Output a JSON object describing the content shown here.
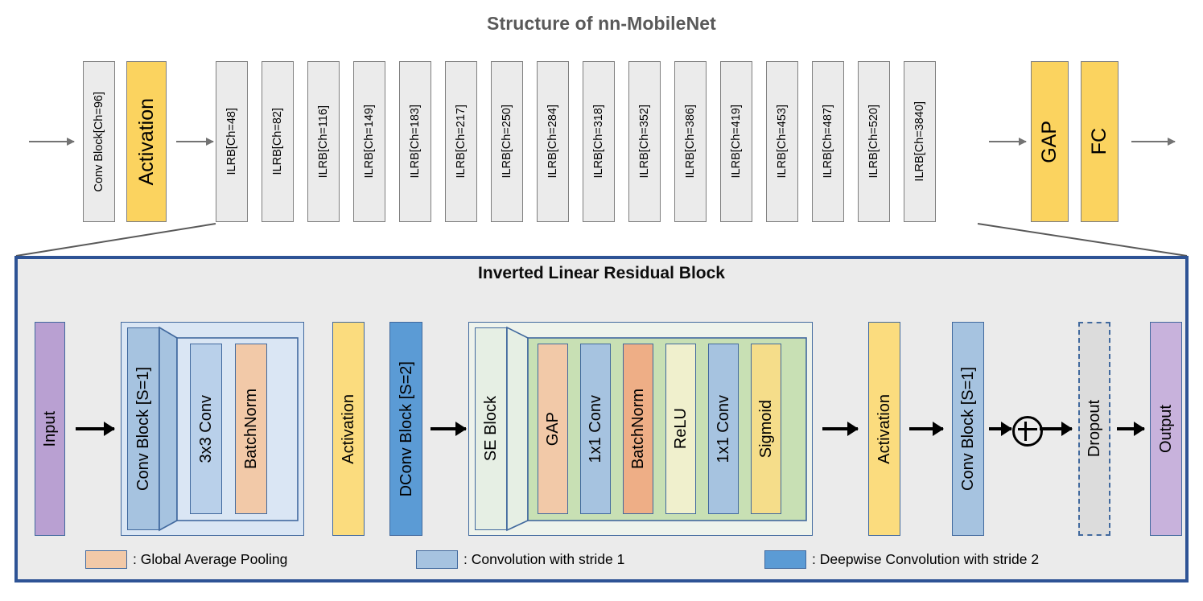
{
  "title": "Structure of nn-MobileNet",
  "pipeline": {
    "blocks": [
      {
        "label": "Conv Block[Ch=96]",
        "style": "gray",
        "size": "small"
      },
      {
        "label": "Activation",
        "style": "yellow",
        "size": "big"
      },
      {
        "label": "ILRB[Ch=48]",
        "style": "gray",
        "size": "small"
      },
      {
        "label": "ILRB[Ch=82]",
        "style": "gray",
        "size": "small"
      },
      {
        "label": "ILRB[Ch=116]",
        "style": "gray",
        "size": "small"
      },
      {
        "label": "ILRB[Ch=149]",
        "style": "gray",
        "size": "small"
      },
      {
        "label": "ILRB[Ch=183]",
        "style": "gray",
        "size": "small"
      },
      {
        "label": "ILRB[Ch=217]",
        "style": "gray",
        "size": "small"
      },
      {
        "label": "ILRB[Ch=250]",
        "style": "gray",
        "size": "small"
      },
      {
        "label": "ILRB[Ch=284]",
        "style": "gray",
        "size": "small"
      },
      {
        "label": "ILRB[Ch=318]",
        "style": "gray",
        "size": "small"
      },
      {
        "label": "ILRB[Ch=352]",
        "style": "gray",
        "size": "small"
      },
      {
        "label": "ILRB[Ch=386]",
        "style": "gray",
        "size": "small"
      },
      {
        "label": "ILRB[Ch=419]",
        "style": "gray",
        "size": "small"
      },
      {
        "label": "ILRB[Ch=453]",
        "style": "gray",
        "size": "small"
      },
      {
        "label": "ILRB[Ch=487]",
        "style": "gray",
        "size": "small"
      },
      {
        "label": "ILRB[Ch=520]",
        "style": "gray",
        "size": "small"
      },
      {
        "label": "ILRB[Ch=3840]",
        "style": "gray",
        "size": "small"
      },
      {
        "label": "GAP",
        "style": "yellow",
        "size": "big"
      },
      {
        "label": "FC",
        "style": "yellow",
        "size": "big"
      }
    ]
  },
  "detail": {
    "title": "Inverted Linear Residual Block",
    "input_label": "Input",
    "conv_block_1_label": "Conv Block [S=1]",
    "conv_3x3_label": "3x3 Conv",
    "batchnorm_1_label": "BatchNorm",
    "activation_1_label": "Activation",
    "dconv_block_label": "DConv Block [S=2]",
    "se_block_label": "SE Block",
    "se_gap_label": "GAP",
    "se_conv1_label": "1x1 Conv",
    "se_batchnorm_label": "BatchNorm",
    "se_relu_label": "ReLU",
    "se_conv2_label": "1x1 Conv",
    "se_sigmoid_label": "Sigmoid",
    "activation_2_label": "Activation",
    "conv_block_2_label": "Conv Block [S=1]",
    "sum_symbol": "⊕",
    "dropout_label": "Dropout",
    "output_label": "Output"
  },
  "legend": {
    "items": [
      {
        "text": ": Global Average Pooling",
        "color": "#f2c9a8"
      },
      {
        "text": ": Convolution with stride 1",
        "color": "#a6c3e0"
      },
      {
        "text": ": Deepwise Convolution with stride 2",
        "color": "#5b9bd5"
      }
    ]
  },
  "colors": {
    "panel_border": "#2e5395",
    "accent_yellow": "#fbd35f",
    "block_gray": "#ebebeb",
    "arrow_gray": "#737373",
    "title_gray": "#595959"
  }
}
